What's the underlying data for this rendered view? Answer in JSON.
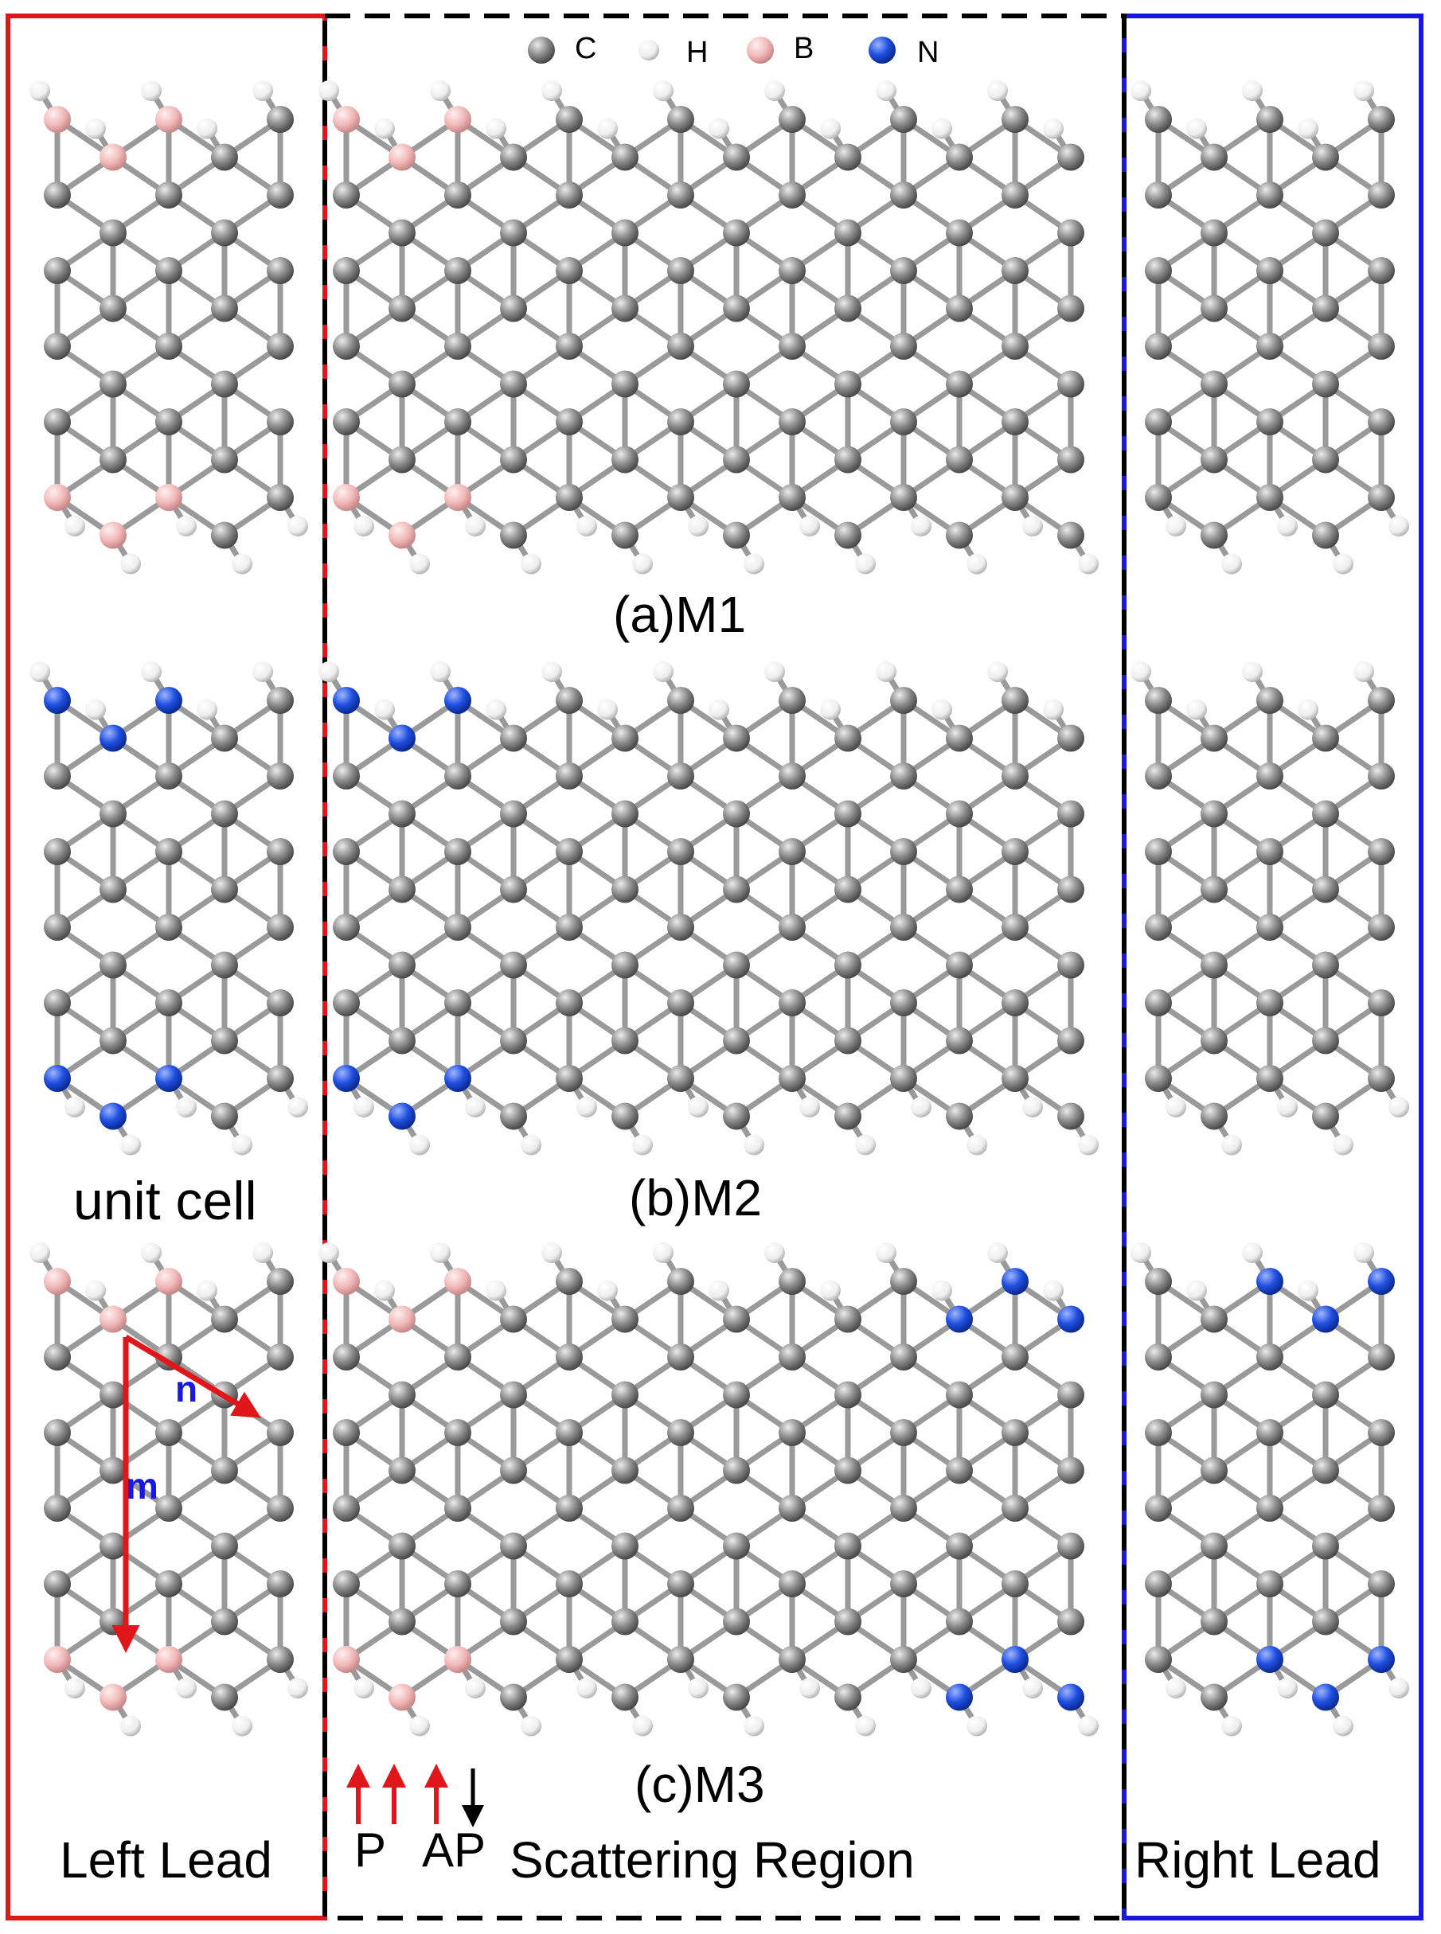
{
  "legend": [
    {
      "symbol": "C",
      "color": "#8c8c8c"
    },
    {
      "symbol": "H",
      "color": "#f4f4f4"
    },
    {
      "symbol": "B",
      "color": "#f2b8b8"
    },
    {
      "symbol": "N",
      "color": "#1f4fe0"
    }
  ],
  "panels": [
    {
      "label": "(a)M1",
      "left_dopant": "B",
      "right_dopant": "none"
    },
    {
      "label": "(b)M2",
      "left_dopant": "N",
      "right_dopant": "none"
    },
    {
      "label": "(c)M3",
      "left_dopant": "B",
      "right_dopant": "N"
    }
  ],
  "regions": {
    "left": "Left Lead",
    "center": "Scattering Region",
    "right": "Right Lead"
  },
  "unit_cell_label": "unit cell",
  "vectors": {
    "n": "n",
    "m": "m"
  },
  "spin": {
    "parallel": "P",
    "antiparallel": "AP"
  },
  "colors": {
    "left_border": "#e0161b",
    "right_border": "#1a18e0",
    "scattering_border": "#000000",
    "carbon": "#8c8c8c",
    "hydrogen": "#f4f4f4",
    "boron": "#f2b8b8",
    "nitrogen": "#1f4fe0",
    "vector": "#e0161b",
    "vector_label": "#1a18e0"
  }
}
